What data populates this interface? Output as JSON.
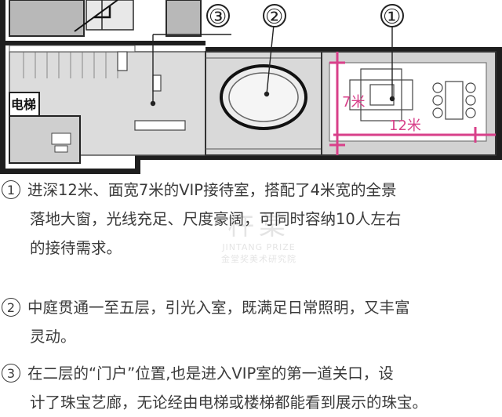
{
  "plan": {
    "markers": [
      {
        "number": "①"
      },
      {
        "number": "②"
      },
      {
        "number": "③"
      }
    ],
    "dim_width": "7米",
    "dim_depth": "12米",
    "elevator_label": "电梯",
    "accent_color": "#d8408a"
  },
  "captions": [
    {
      "number": "①",
      "lines": [
        "进深12米、面宽7米的VIP接待室，搭配了4米宽的全景",
        "落地大窗，光线充足、尺度豪阔，可同时容纳10人左右",
        "的接待需求。"
      ]
    },
    {
      "number": "②",
      "lines": [
        "中庭贯通一至五层，引光入室，既满足日常照明，又丰富",
        "灵动。"
      ]
    },
    {
      "number": "③",
      "lines": [
        "在二层的“门户”位置,也是进入VIP室的第一道关口，设",
        "计了珠宝艺廊，无论经由电梯或楼梯都能看到展示的珠宝。"
      ]
    }
  ],
  "watermark": {
    "logo": "杵棠",
    "brand": "JINTANG PRIZE",
    "sub": "金堂奖美术研究院"
  }
}
